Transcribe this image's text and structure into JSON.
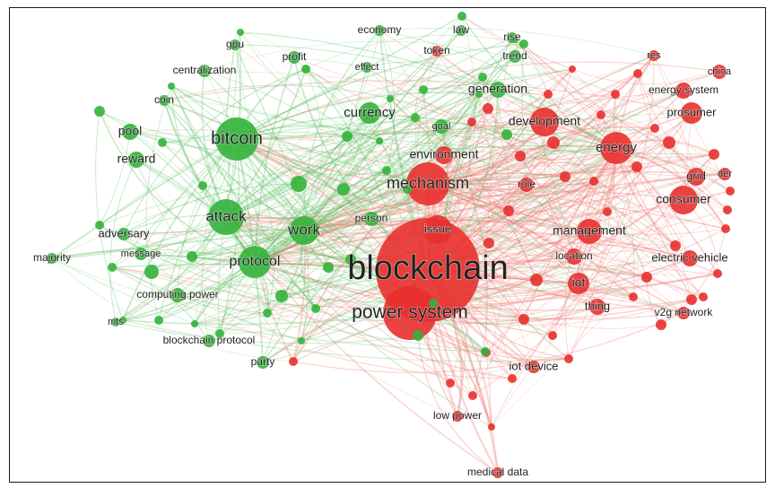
{
  "colors": {
    "green": "#33b33a",
    "red": "#e8302e",
    "green_edge": "#59c25f",
    "red_edge": "#f07a72"
  },
  "clusters": [
    {
      "id": "green",
      "color": "#33b33a"
    },
    {
      "id": "red",
      "color": "#e8302e"
    }
  ],
  "terms": [
    {
      "label": "blockchain",
      "cluster": "red"
    },
    {
      "label": "power system",
      "cluster": "red"
    },
    {
      "label": "mechanism",
      "cluster": "red"
    },
    {
      "label": "energy",
      "cluster": "red"
    },
    {
      "label": "development",
      "cluster": "red"
    },
    {
      "label": "consumer",
      "cluster": "red"
    },
    {
      "label": "prosumer",
      "cluster": "red"
    },
    {
      "label": "management",
      "cluster": "red"
    },
    {
      "label": "issue",
      "cluster": "red"
    },
    {
      "label": "iot",
      "cluster": "red"
    },
    {
      "label": "thing",
      "cluster": "red"
    },
    {
      "label": "grid",
      "cluster": "red"
    },
    {
      "label": "der",
      "cluster": "red"
    },
    {
      "label": "china",
      "cluster": "red"
    },
    {
      "label": "energy system",
      "cluster": "red"
    },
    {
      "label": "res",
      "cluster": "red"
    },
    {
      "label": "environment",
      "cluster": "red"
    },
    {
      "label": "role",
      "cluster": "red"
    },
    {
      "label": "location",
      "cluster": "red"
    },
    {
      "label": "electric vehicle",
      "cluster": "red"
    },
    {
      "label": "v2g network",
      "cluster": "red"
    },
    {
      "label": "iot device",
      "cluster": "red"
    },
    {
      "label": "low power",
      "cluster": "red"
    },
    {
      "label": "medical data",
      "cluster": "red"
    },
    {
      "label": "token",
      "cluster": "red"
    },
    {
      "label": "bitcoin",
      "cluster": "green"
    },
    {
      "label": "attack",
      "cluster": "green"
    },
    {
      "label": "work",
      "cluster": "green"
    },
    {
      "label": "protocol",
      "cluster": "green"
    },
    {
      "label": "currency",
      "cluster": "green"
    },
    {
      "label": "generation",
      "cluster": "green"
    },
    {
      "label": "pool",
      "cluster": "green"
    },
    {
      "label": "reward",
      "cluster": "green"
    },
    {
      "label": "adversary",
      "cluster": "green"
    },
    {
      "label": "message",
      "cluster": "green"
    },
    {
      "label": "majority",
      "cluster": "green"
    },
    {
      "label": "computing power",
      "cluster": "green"
    },
    {
      "label": "mts",
      "cluster": "green"
    },
    {
      "label": "blockchain protocol",
      "cluster": "green"
    },
    {
      "label": "party",
      "cluster": "green"
    },
    {
      "label": "person",
      "cluster": "green"
    },
    {
      "label": "goal",
      "cluster": "green"
    },
    {
      "label": "coin",
      "cluster": "green"
    },
    {
      "label": "centralization",
      "cluster": "green"
    },
    {
      "label": "gpu",
      "cluster": "green"
    },
    {
      "label": "profit",
      "cluster": "green"
    },
    {
      "label": "effect",
      "cluster": "green"
    },
    {
      "label": "economy",
      "cluster": "green"
    },
    {
      "label": "law",
      "cluster": "green"
    },
    {
      "label": "rise",
      "cluster": "green"
    },
    {
      "label": "trend",
      "cluster": "green"
    }
  ]
}
